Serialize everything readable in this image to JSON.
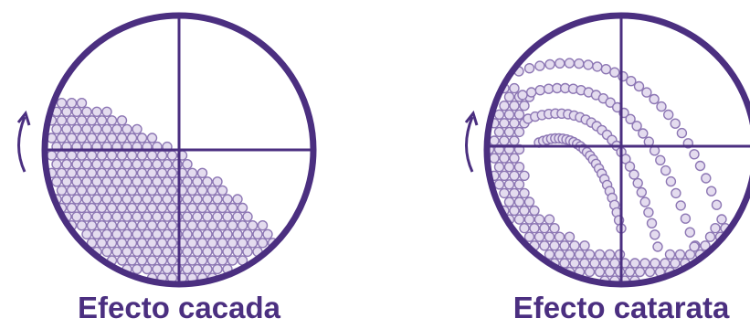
{
  "colors": {
    "drum": "#4b2f80",
    "ball_fill": "#e4dcef",
    "ball_stroke": "#8d77b4",
    "caption": "#4b2f80"
  },
  "panels": [
    {
      "id": "cascade",
      "caption": "Efecto cacada",
      "rotation_arrow": "curved-arrow-up-icon"
    },
    {
      "id": "cataract",
      "caption": "Efecto catarata",
      "rotation_arrow": "curved-arrow-up-icon"
    }
  ]
}
